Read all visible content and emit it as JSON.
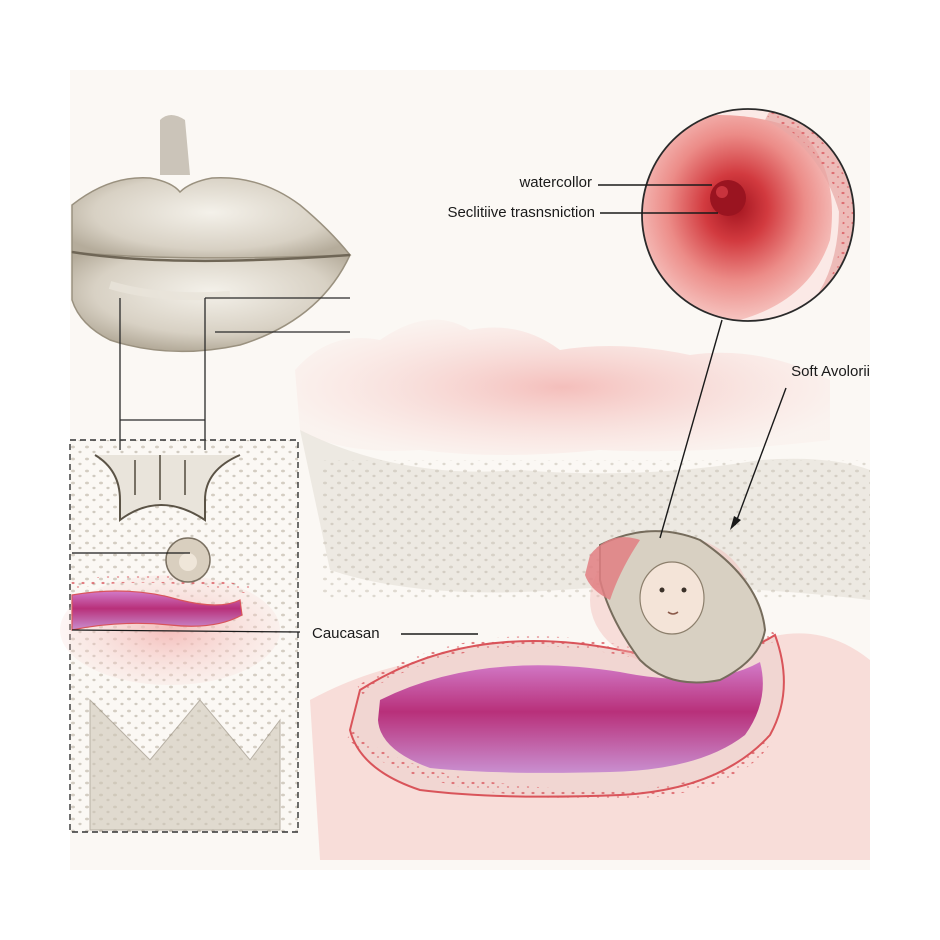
{
  "labels": {
    "watercolor": "watercollor",
    "transition": "Seclitiive trasnsniction",
    "soft_alveoli": "Soft Avolorii",
    "caucasian": "Caucasan"
  },
  "colors": {
    "paper": "#fbf8f4",
    "skin_gray": "#cfc8bb",
    "skin_dark": "#8f8676",
    "pink_wash": "#f0a8a6",
    "magenta": "#b8307a",
    "violet": "#c77bc4",
    "red_lesion": "#b01e28",
    "ink": "#1a1a1a"
  }
}
